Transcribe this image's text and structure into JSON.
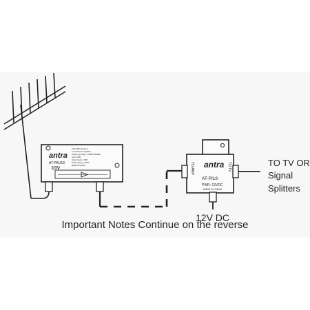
{
  "amplifier": {
    "brand": "antra",
    "model": "AT-PAU18",
    "line1": "UHF HDTV Antenna",
    "line2": "Low Noise Pre-Amplifier",
    "line3": "Frequency Range: 470MHz-860MHz",
    "line4": "Gain: 24dB",
    "line5": "Noise Figure: 1.5dB",
    "line6": "Power Supply: 12VDC",
    "line7": "MADE IN CHINA",
    "badge": "DTV"
  },
  "injector": {
    "brand": "antra",
    "model": "AT-PI18",
    "power": "PWR: 12VDC",
    "origin": "MADE IN CHINA",
    "port_left": "TO AMP",
    "port_right": "TO TV"
  },
  "labels": {
    "to_tv_line1": "TO TV OR",
    "to_tv_line2": "Signal",
    "to_tv_line3": "Splitters",
    "power_in": "12V DC",
    "footer": "Important Notes Continue on the reverse"
  },
  "colors": {
    "background": "#ffffff",
    "band": "#f6f6f6",
    "ink": "#222222"
  }
}
